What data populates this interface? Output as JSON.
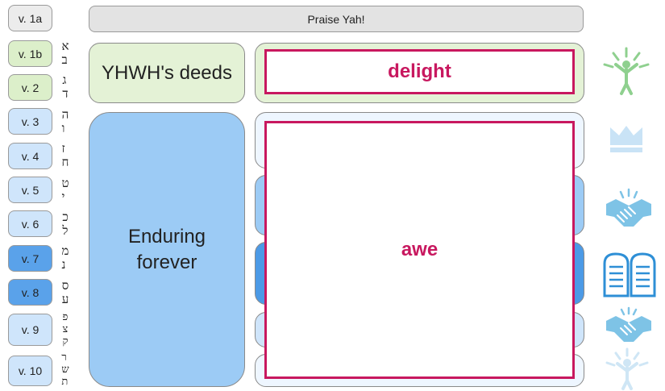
{
  "header": {
    "title": "Praise Yah!"
  },
  "verses": [
    {
      "label": "v. 1a"
    },
    {
      "label": "v. 1b"
    },
    {
      "label": "v. 2"
    },
    {
      "label": "v. 3"
    },
    {
      "label": "v. 4"
    },
    {
      "label": "v. 5"
    },
    {
      "label": "v. 6"
    },
    {
      "label": "v. 7"
    },
    {
      "label": "v. 8"
    },
    {
      "label": "v. 9"
    },
    {
      "label": "v. 10"
    }
  ],
  "hebrew_letters": [
    {
      "chars": "א ב"
    },
    {
      "chars": "ג ד"
    },
    {
      "chars": "ה ו"
    },
    {
      "chars": "ז ח"
    },
    {
      "chars": "ט י"
    },
    {
      "chars": "כ ל"
    },
    {
      "chars": "מ נ"
    },
    {
      "chars": "ס ע"
    },
    {
      "chars": "פ צ ק"
    },
    {
      "chars": "ר ש ת"
    }
  ],
  "boxes": {
    "deeds": "YHWH's deeds",
    "enduring": "Enduring forever",
    "delight": "delight",
    "awe": "awe"
  },
  "colors": {
    "green_fill": "#e4f2d6",
    "blue_fill": "#9ccbf5",
    "light_blue_fill": "#cfe5fb",
    "medium_blue_fill": "#5aa2ea",
    "highlight": "#c8185f",
    "icon_green": "#8fd08f",
    "icon_blue": "#7ec3e6"
  },
  "icons": [
    "person-rays-icon",
    "crown-icon",
    "handshake-icon",
    "tablets-icon",
    "handshake-icon",
    "person-rays-icon"
  ]
}
